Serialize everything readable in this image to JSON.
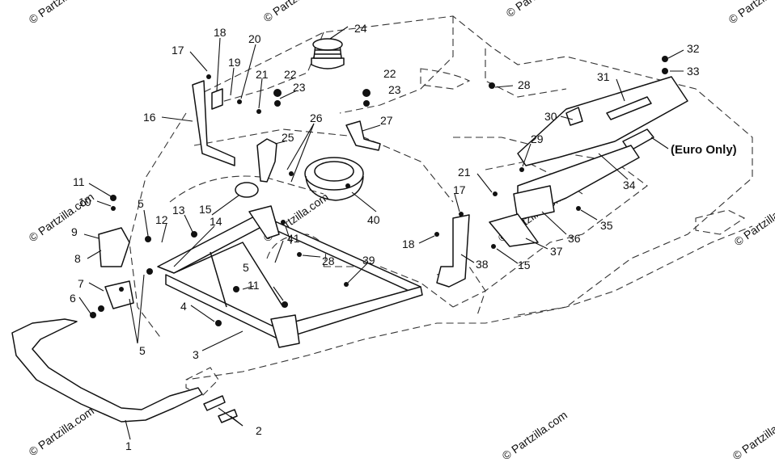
{
  "diagram": {
    "callouts": [
      "1",
      "2",
      "3",
      "4",
      "5",
      "5",
      "5",
      "6",
      "7",
      "8",
      "9",
      "10",
      "11",
      "11",
      "12",
      "13",
      "14",
      "15",
      "15",
      "16",
      "17",
      "17",
      "18",
      "18",
      "19",
      "20",
      "21",
      "21",
      "22",
      "22",
      "23",
      "23",
      "24",
      "25",
      "26",
      "27",
      "28",
      "28",
      "29",
      "30",
      "31",
      "32",
      "33",
      "34",
      "35",
      "36",
      "37",
      "38",
      "39",
      "40",
      "41"
    ],
    "note": "(Euro Only)",
    "watermarks": [
      "© Partzilla.com",
      "© Partzilla.com",
      "© Partzilla.com",
      "© Partzilla.com",
      "© Partzilla.com",
      "© Partzilla.com",
      "© Partzilla.com",
      "© Partzilla.com",
      "© Partzilla.com",
      "© Partzilla.com",
      "© Partzilla.com"
    ]
  }
}
